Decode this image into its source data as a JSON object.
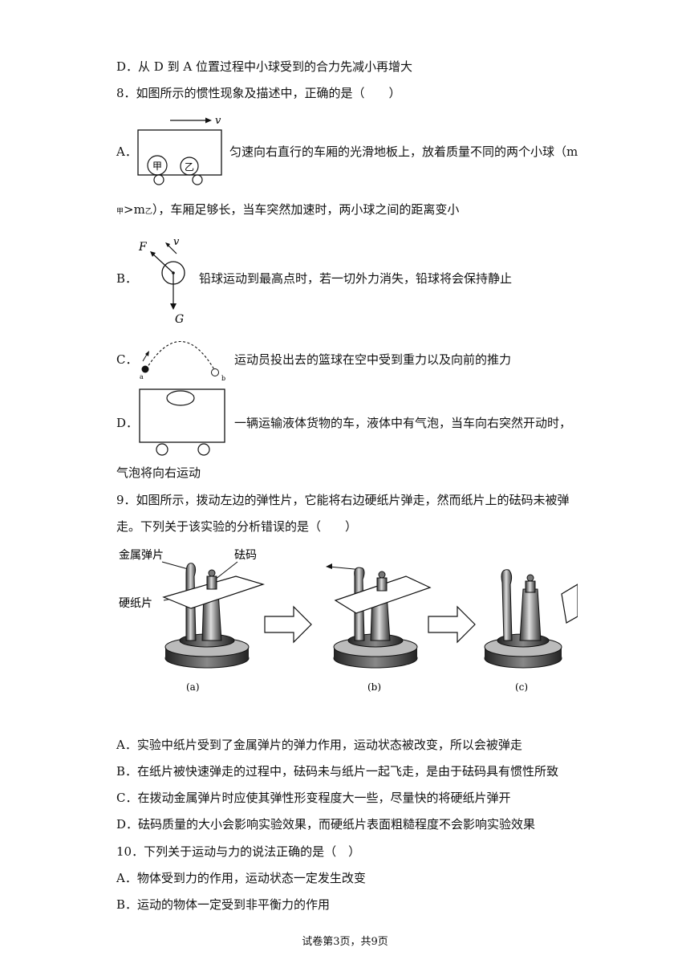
{
  "q7": {
    "optD": "D．从 D 到 A 位置过程中小球受到的合力先减小再增大"
  },
  "q8": {
    "stem": "8．如图所示的惯性现象及描述中，正确的是（　　）",
    "A": {
      "letter": "A．",
      "text1": "匀速向右直行的车厢的光滑地板上，放着质量不同的两个小球（m",
      "sub1": "甲",
      "text2": ">m",
      "sub2": "乙",
      "text3": "），车厢足够长，当车突然加速时，两小球之间的距离变小",
      "fig": {
        "v": "v",
        "ball1": "甲",
        "ball2": "乙"
      }
    },
    "B": {
      "letter": "B．",
      "text": "铅球运动到最高点时，若一切外力消失，铅球将会保持静止",
      "fig": {
        "F": "F",
        "v": "v",
        "G": "G"
      }
    },
    "C": {
      "letter": "C．",
      "text": "运动员投出去的篮球在空中受到重力以及向前的推力",
      "fig": {
        "a": "a",
        "b": "b"
      }
    },
    "D": {
      "letter": "D．",
      "text1": "一辆运输液体货物的车，液体中有气泡，当车向右突然开动时，",
      "text2": "气泡将向右运动"
    }
  },
  "q9": {
    "stem1": "9．如图所示，拨动左边的弹性片，它能将右边硬纸片弹走，然而纸片上的砝码未被弹",
    "stem2": "走。下列关于该实验的分析错误的是（　　）",
    "fig": {
      "label_spring": "金属弹片",
      "label_weight": "砝码",
      "label_card": "硬纸片",
      "cap_a": "(a)",
      "cap_b": "(b)",
      "cap_c": "(c)"
    },
    "A": "A．实验中纸片受到了金属弹片的弹力作用，运动状态被改变，所以会被弹走",
    "B": "B．在纸片被快速弹走的过程中，砝码未与纸片一起飞走，是由于砝码具有惯性所致",
    "C": "C．在拨动金属弹片时应使其弹性形变程度大一些，尽量快的将硬纸片弹开",
    "D": "D．砝码质量的大小会影响实验效果，而硬纸片表面粗糙程度不会影响实验效果"
  },
  "q10": {
    "stem": "10．下列关于运动与力的说法正确的是（　）",
    "A": "A．物体受到力的作用，运动状态一定发生改变",
    "B": "B．运动的物体一定受到非平衡力的作用"
  },
  "footer": "试卷第3页，共9页"
}
